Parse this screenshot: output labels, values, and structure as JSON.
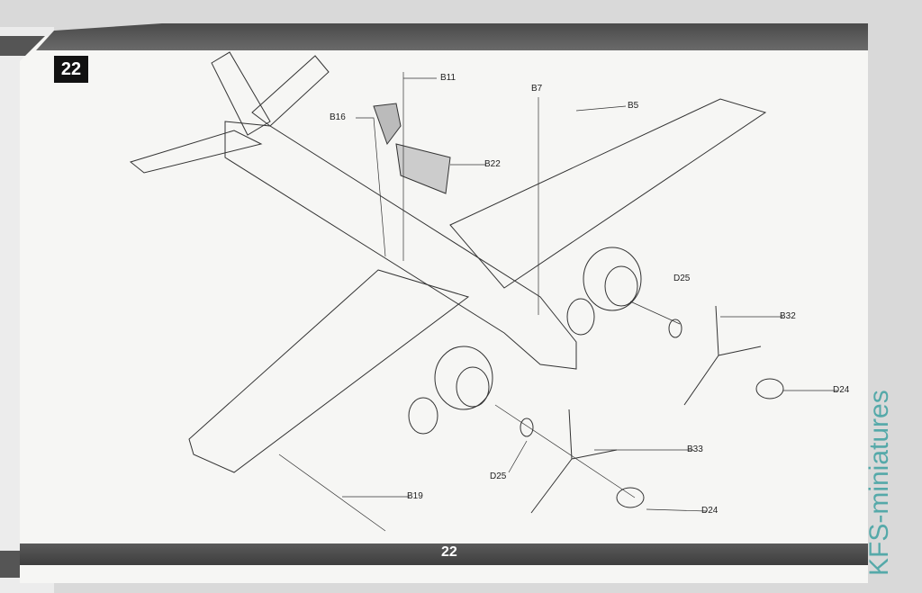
{
  "step_number": "22",
  "page_number": "22",
  "part_labels": {
    "b11": "B11",
    "b7": "B7",
    "b5": "B5",
    "b16": "B16",
    "b22": "B22",
    "d25_right": "D25",
    "b32": "B32",
    "d24_right": "D24",
    "b33": "B33",
    "d25_left": "D25",
    "b19": "B19",
    "d24_left": "D24"
  },
  "watermark": "KFS-miniatures"
}
